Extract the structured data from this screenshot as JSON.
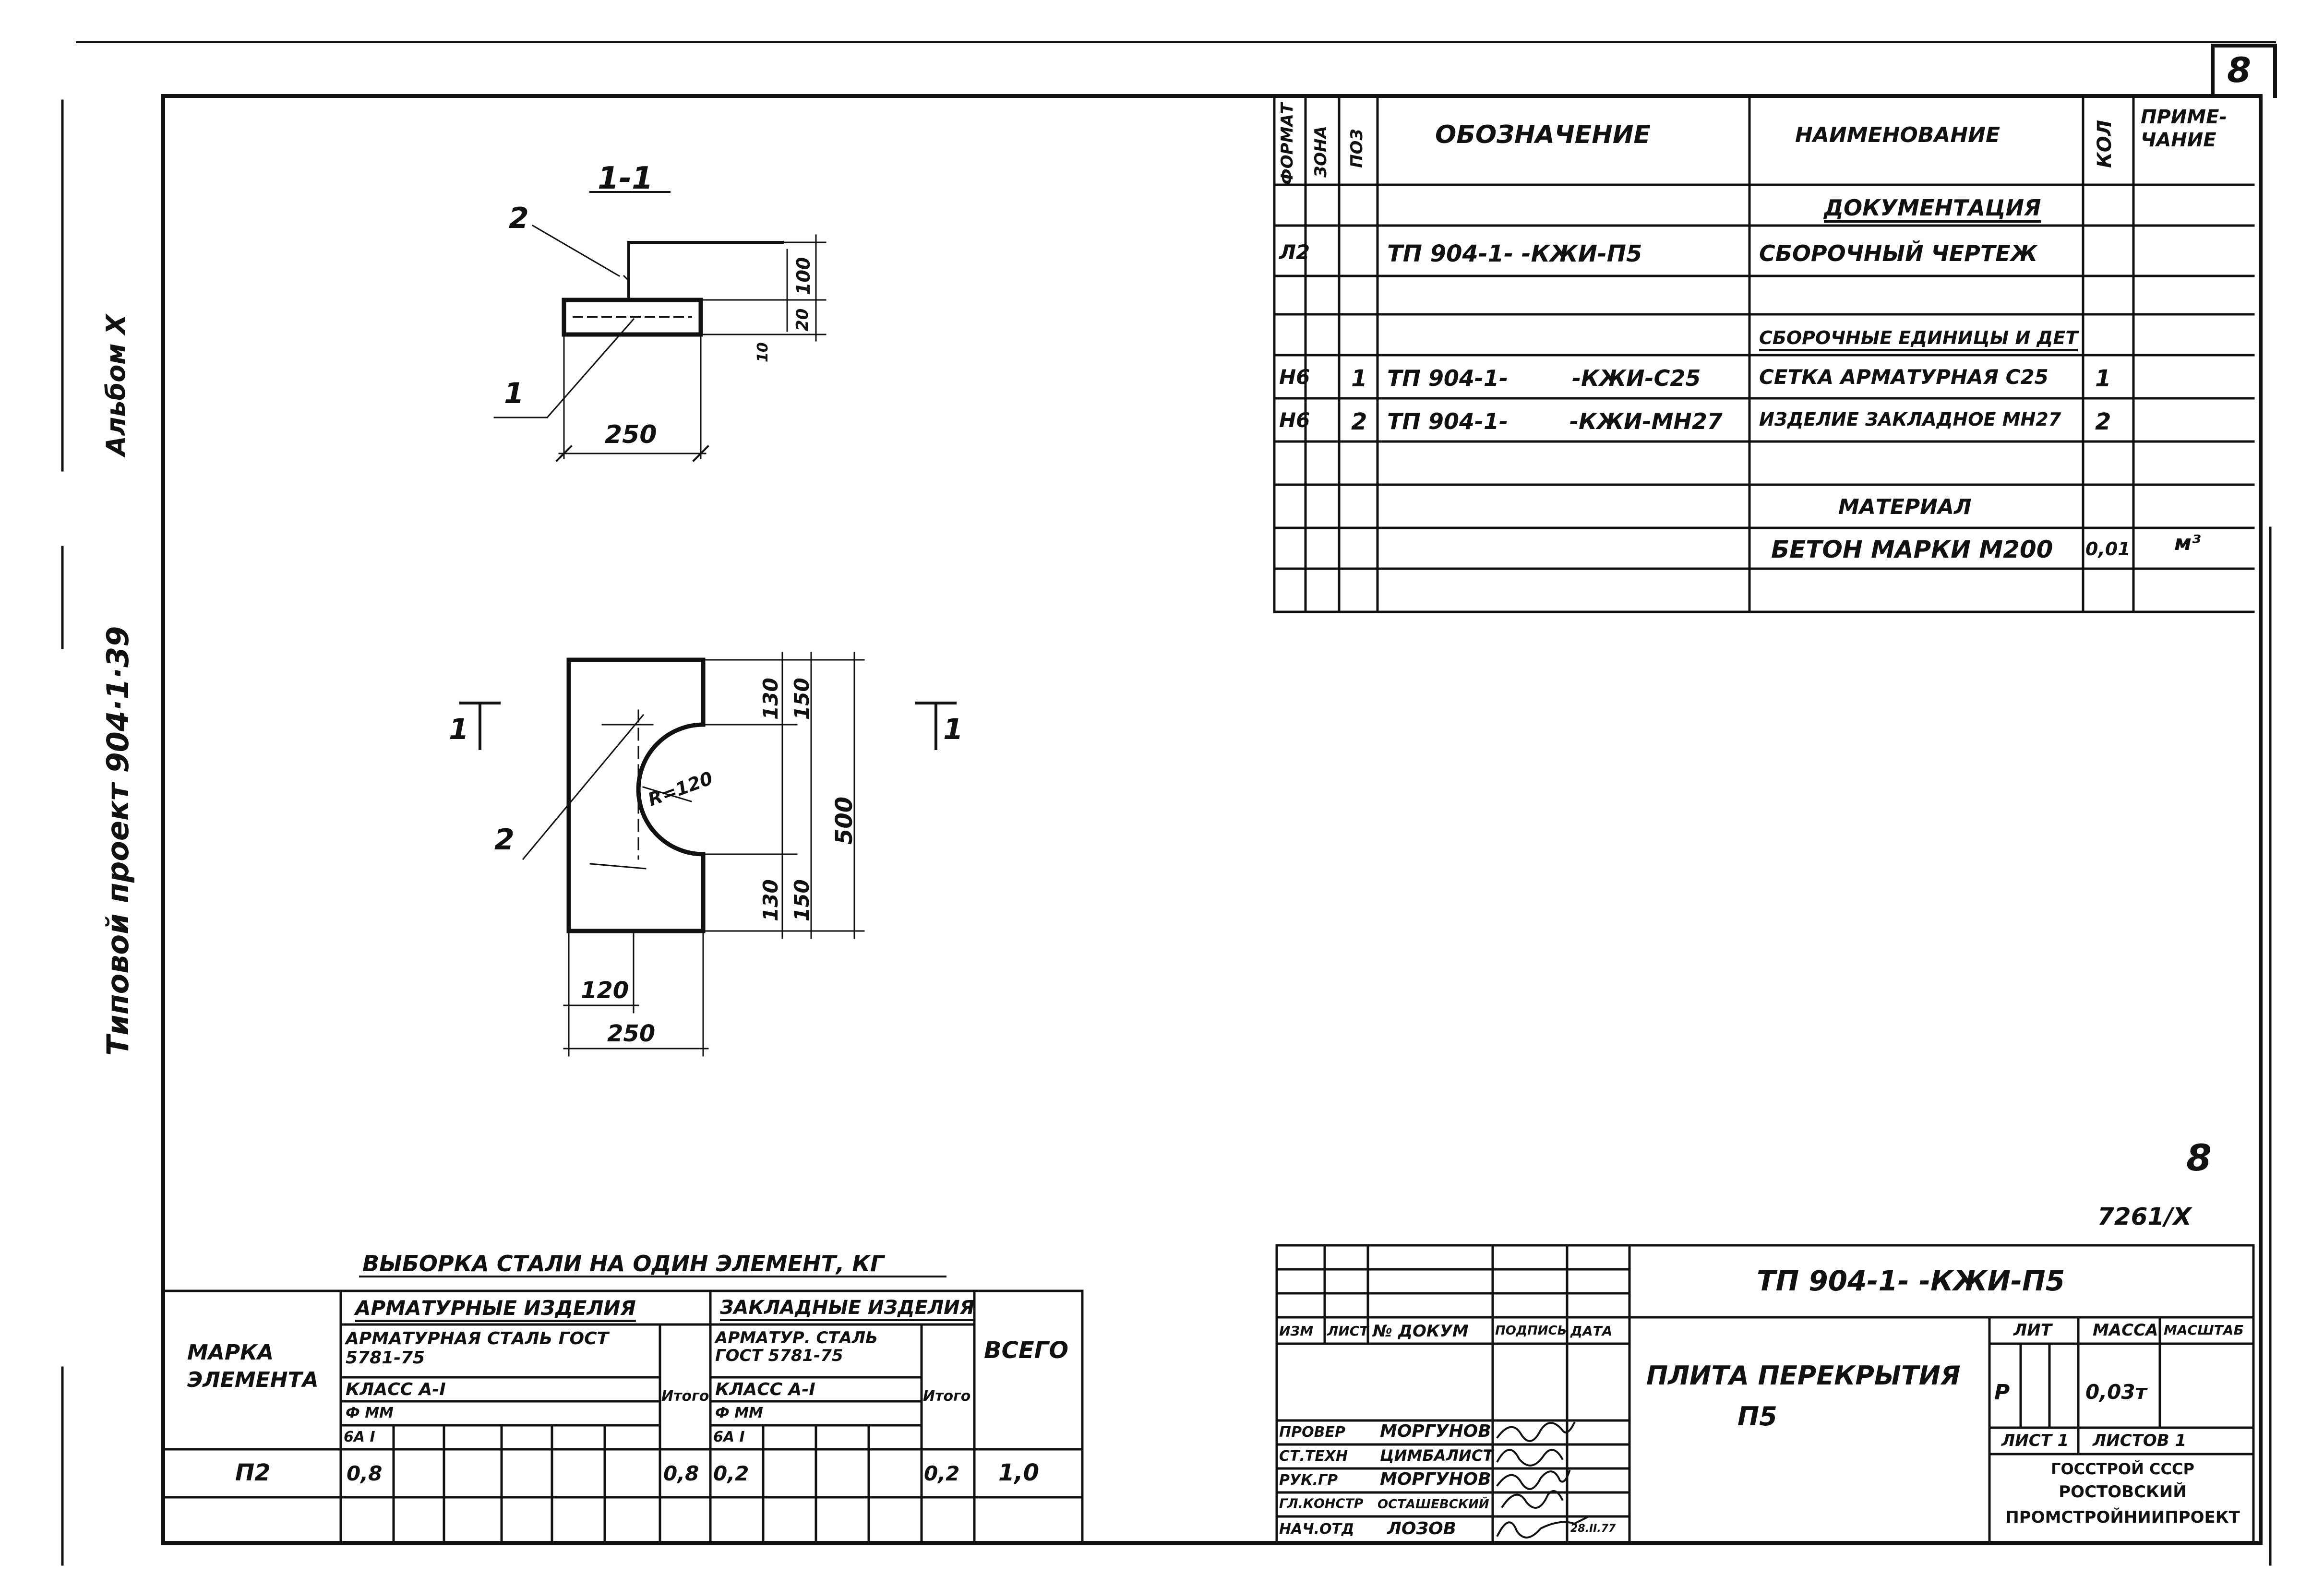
{
  "sheet_number": "8",
  "margin": {
    "project": "Типовой проект 904·1·39",
    "album": "Альбом X"
  },
  "spec_table": {
    "headers": {
      "format": "Формат",
      "zone": "Зона",
      "pos": "Поз",
      "designation": "Обозначение",
      "name": "Наименование",
      "qty": "Кол",
      "note": "Приме-чание"
    },
    "section_docs": "Документация",
    "row_p5": {
      "format": "Л2",
      "designation": "ТП 904-1-   -КЖИ-П5",
      "name": "Сборочный чертеж"
    },
    "section_units": "Сборочные единицы и дет",
    "row_c25": {
      "format": "Н6",
      "pos": "1",
      "designation": "ТП 904-1-",
      "designation_b": "-КЖИ-С25",
      "name": "Сетка арматурная С25",
      "qty": "1"
    },
    "row_mn27": {
      "format": "Н6",
      "pos": "2",
      "designation": "ТП 904-1-",
      "designation_b": "-КЖИ-МН27",
      "name": "Изделие закладное МН27",
      "qty": "2"
    },
    "section_material": "Материал",
    "row_concrete": {
      "name": "Бетон марки М200",
      "qty": "0,01",
      "note": "м³"
    }
  },
  "section_view": {
    "label": "1-1",
    "leader_1": "1",
    "leader_2": "2",
    "dim_width": "250",
    "dim_100": "100",
    "dim_20": "20",
    "dim_10": "10"
  },
  "plan_view": {
    "cut_left": "1",
    "cut_right": "1",
    "leader_2": "2",
    "radius": "R=120",
    "dim_130_top": "130",
    "dim_150_top": "150",
    "dim_130_bot": "130",
    "dim_150_bot": "150",
    "dim_500": "500",
    "dim_120": "120",
    "dim_250": "250"
  },
  "steel_table": {
    "title": "Выборка стали на один элемент, кг",
    "col_mark": "Марка элемента",
    "group_arm": "Арматурные изделия",
    "group_emb": "Закладные изделия",
    "arm_steel": "Арматурная сталь ГОСТ 5781-75",
    "emb_steel": "Арматур. сталь ГОСТ 5781-75",
    "class_arm": "класс А-I",
    "class_emb": "класс А-I",
    "dia": "Ф мм",
    "dia_emb": "Ф мм",
    "bar": "6А I",
    "bar_emb": "6А I",
    "itogo": "Итого",
    "itogo_emb": "Итого",
    "total": "Всего",
    "row": {
      "mark": "П2",
      "arm": "0,8",
      "arm_total": "0,8",
      "emb": "0,2",
      "emb_total": "0,2",
      "total": "1,0"
    }
  },
  "title_block": {
    "doc_code": "ТП 904-1-   -КЖИ-П5",
    "page_number": "8",
    "inventory": "7261/X",
    "hdr_izm": "Изм",
    "hdr_list": "Лист",
    "hdr_doc": "№ докум",
    "hdr_sign": "Подпись",
    "hdr_date": "Дата",
    "title_line1": "Плита перекрытия",
    "title_line2": "П5",
    "lit": "Лит",
    "massa": "Масса",
    "scale": "Масштаб",
    "lit_value": "Р",
    "mass_value": "0,03т",
    "sheet": "Лист 1",
    "sheets": "Листов 1",
    "org_1": "ГОССТРОЙ СССР",
    "org_2": "РОСТОВСКИЙ",
    "org_3": "ПРОМСТРОЙНИИПРОЕКТ",
    "roles": [
      {
        "role": "Провер",
        "name": "Моргунов"
      },
      {
        "role": "Ст.техн",
        "name": "Цимбалист"
      },
      {
        "role": "Рук.гр",
        "name": "Моргунов"
      },
      {
        "role": "Гл.констр",
        "name": "Осташевский"
      },
      {
        "role": "Нач.отд",
        "name": "Лозов"
      }
    ],
    "date": "28.II.77"
  }
}
